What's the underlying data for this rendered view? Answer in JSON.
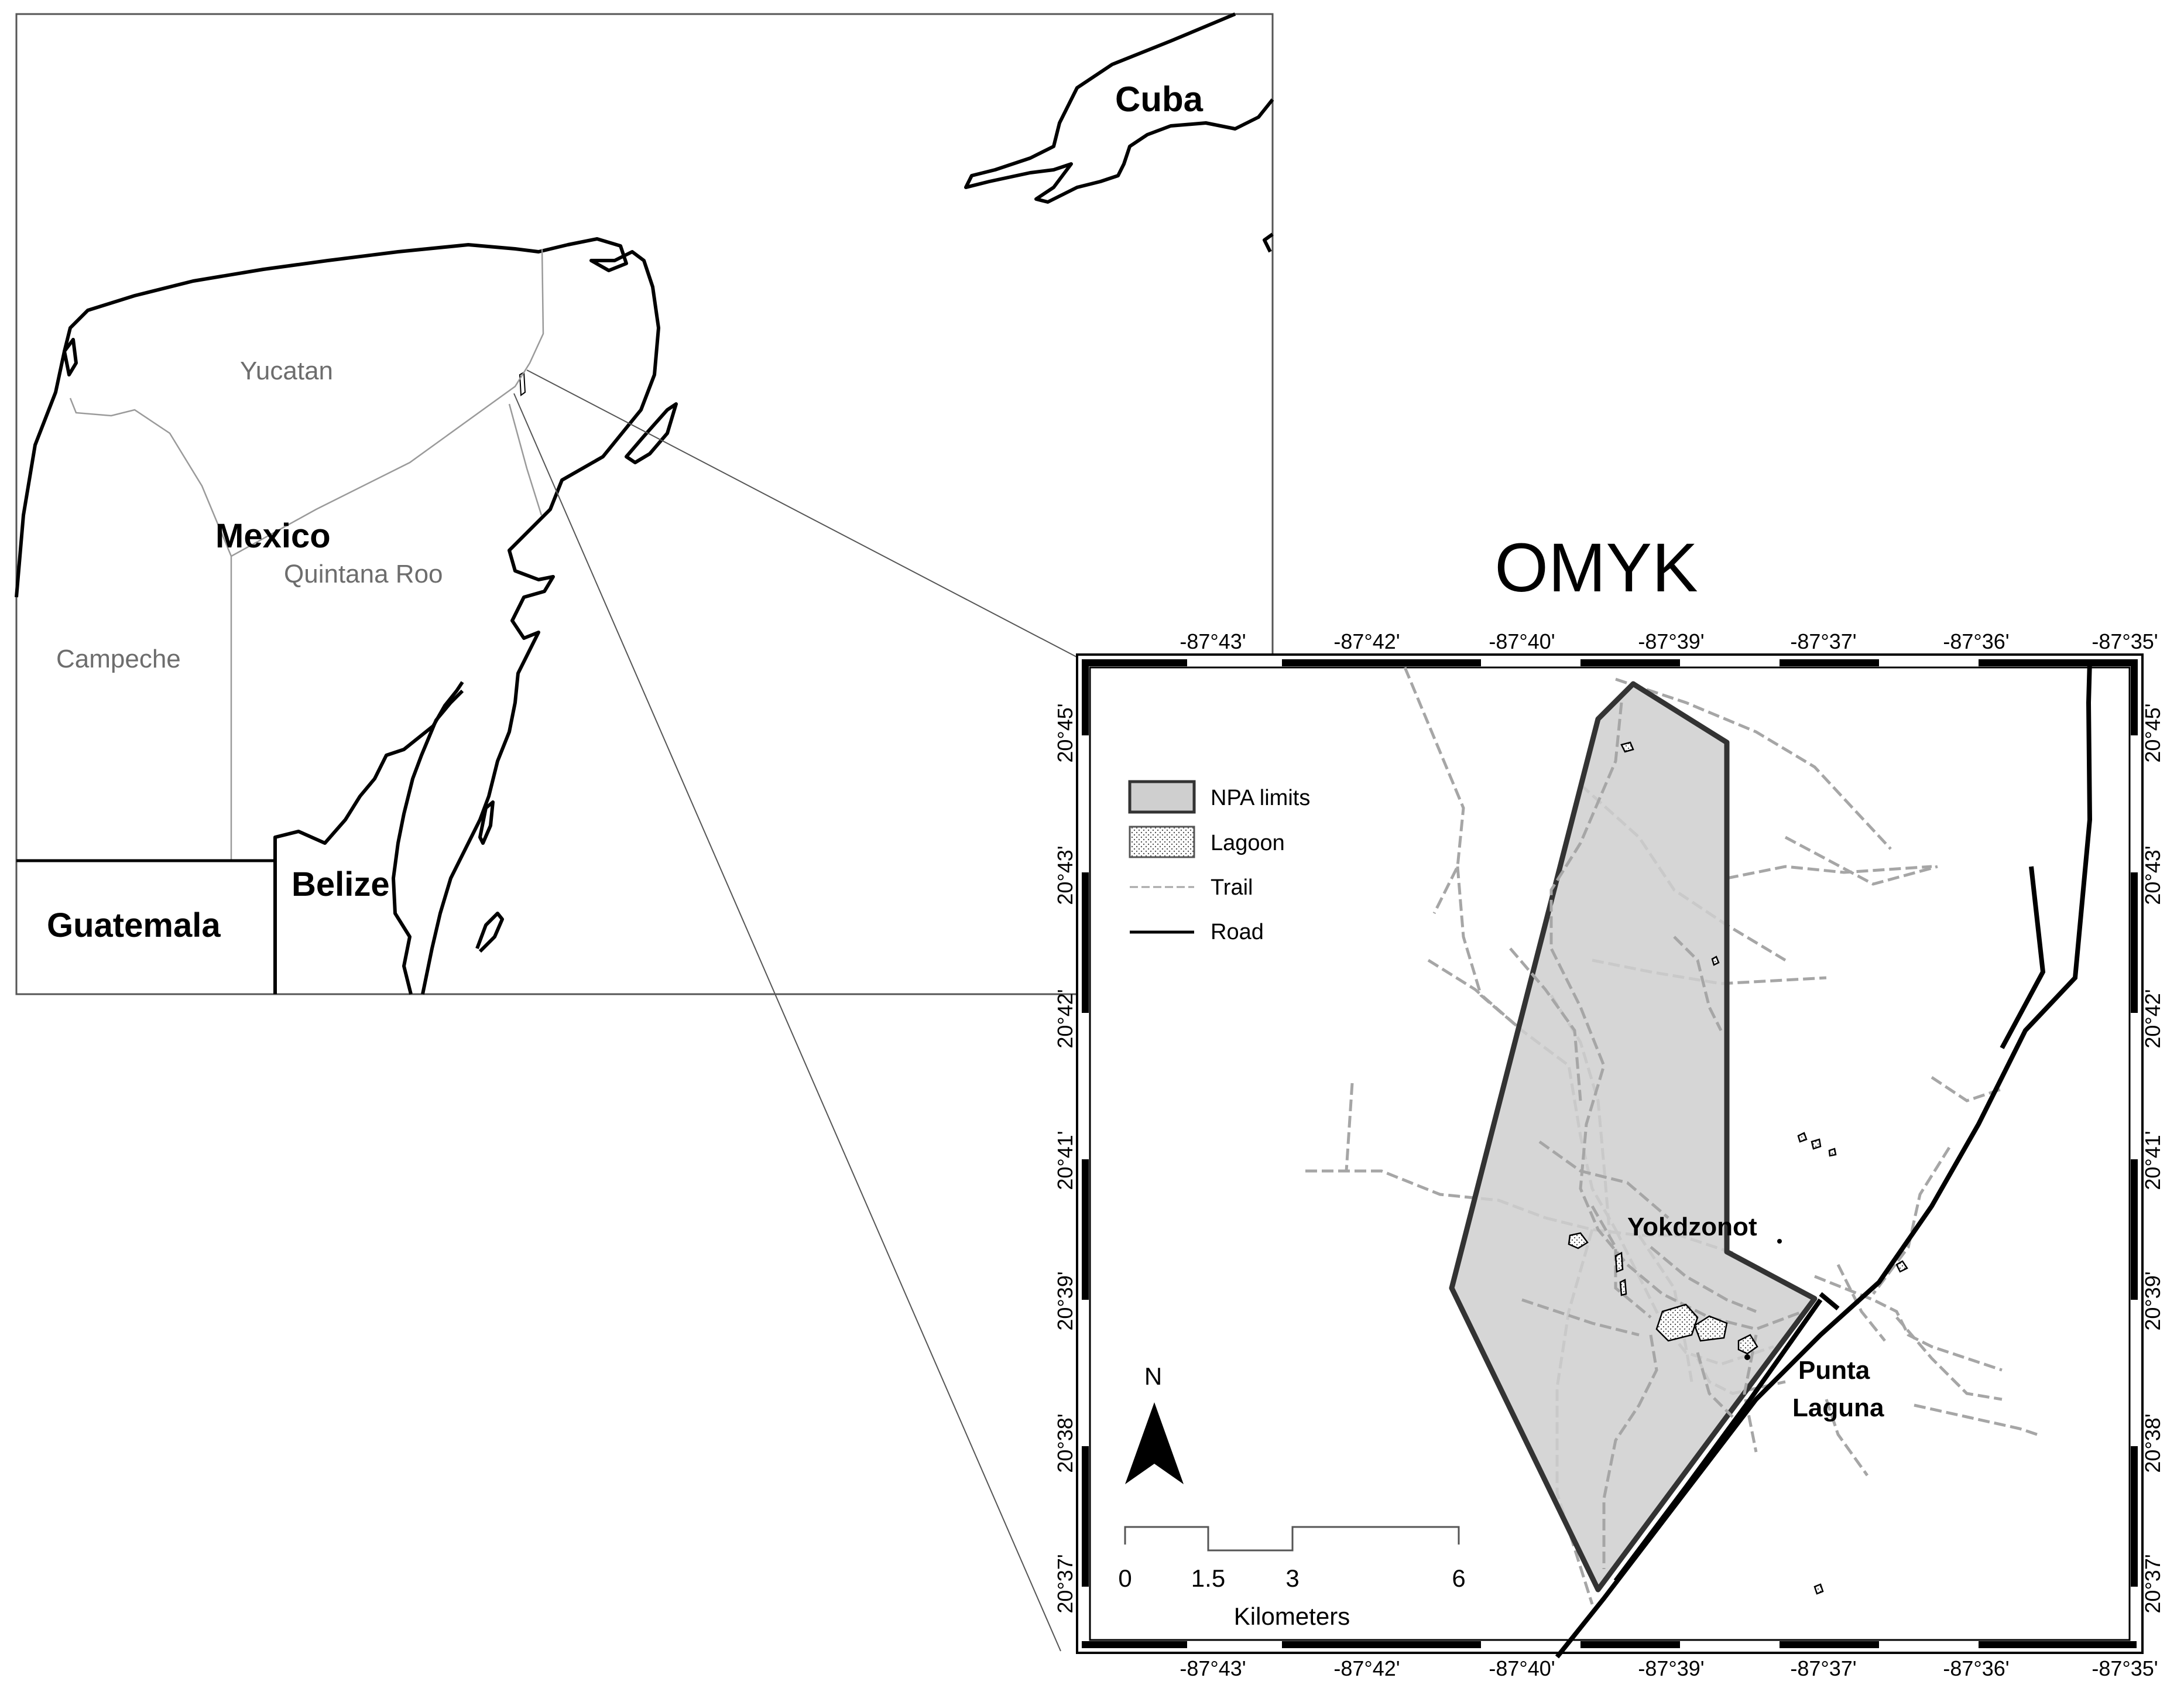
{
  "title": "OMYK",
  "overview": {
    "countries": [
      "Cuba",
      "Mexico",
      "Belize",
      "Guatemala"
    ],
    "states": [
      "Yucatan",
      "Quintana Roo",
      "Campeche"
    ]
  },
  "inset": {
    "longitude_ticks": [
      "-87°43'",
      "-87°42'",
      "-87°40'",
      "-87°39'",
      "-87°37'",
      "-87°36'",
      "-87°35'"
    ],
    "latitude_ticks": [
      "20°45'",
      "20°43'",
      "20°42'",
      "20°41'",
      "20°39'",
      "20°38'",
      "20°37'"
    ],
    "legend": [
      {
        "label": "NPA limits",
        "symbol": "npa"
      },
      {
        "label": "Lagoon",
        "symbol": "lagoon"
      },
      {
        "label": "Trail",
        "symbol": "trail"
      },
      {
        "label": "Road",
        "symbol": "road"
      }
    ],
    "places": [
      "Yokdzonot",
      "Punta Laguna"
    ],
    "north_label": "N",
    "scale_ticks": [
      "0",
      "1.5",
      "3",
      "6"
    ],
    "scale_unit": "Kilometers",
    "colors": {
      "npa_fill": "#cfcfcf",
      "npa_stroke": "#333333",
      "trail": "#a6a6a6",
      "road": "#000000"
    }
  }
}
